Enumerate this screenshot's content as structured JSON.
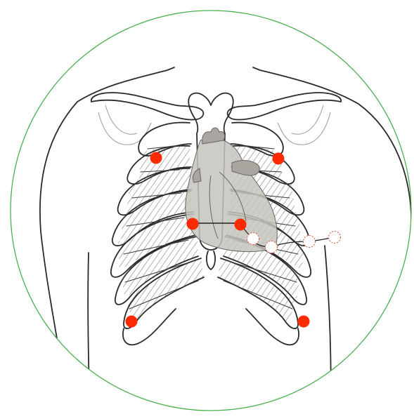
{
  "diagram": {
    "colors": {
      "frame": "#4caf50",
      "electrode": "#ff2a00",
      "optional_electrode": "#e05a3a",
      "heart_fill": "#c6c3bd",
      "heart_dark": "#a9a59f",
      "outline": "#2a2a2a"
    },
    "electrodes": [
      {
        "id": "upper-right",
        "type": "placed"
      },
      {
        "id": "upper-left",
        "type": "placed"
      },
      {
        "id": "mid-right",
        "type": "placed"
      },
      {
        "id": "mid-left",
        "type": "placed"
      },
      {
        "id": "lower-right",
        "type": "placed"
      },
      {
        "id": "lower-left",
        "type": "placed"
      },
      {
        "id": "precordial-1",
        "type": "optional"
      },
      {
        "id": "precordial-2",
        "type": "optional"
      },
      {
        "id": "precordial-3",
        "type": "optional"
      },
      {
        "id": "precordial-4",
        "type": "optional"
      }
    ]
  }
}
